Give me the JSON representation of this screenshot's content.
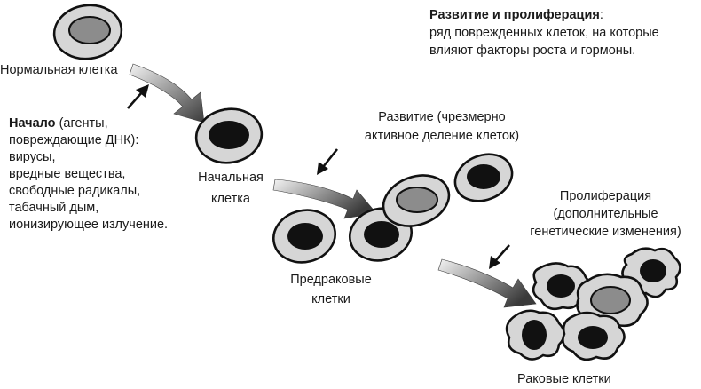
{
  "labels": {
    "normal_cell": "Нормальная клетка",
    "initiated_cell_line1": "Начальная",
    "initiated_cell_line2": "клетка",
    "precancer_line1": "Предраковые",
    "precancer_line2": "клетки",
    "cancer_cells": "Раковые клетки"
  },
  "initiation": {
    "title": "Начало",
    "intro": " (агенты,",
    "lines": [
      "повреждающие ДНК):",
      "вирусы,",
      "вредные вещества,",
      "свободные радикалы,",
      "табачный дым,",
      "ионизирующее излучение."
    ]
  },
  "promotion": {
    "line1": "Развитие (чрезмерно",
    "line2": "активное деление клеток)"
  },
  "progression": {
    "line1": "Пролиферация",
    "line2": "(дополнительные",
    "line3": "генетические изменения)"
  },
  "header": {
    "title": "Развитие и пролиферация",
    "colon": ":",
    "line1": "ряд поврежденных клеток, на которые",
    "line2": "влияют факторы роста и гормоны."
  },
  "colors": {
    "cell_body": "#d6d6d6",
    "normal_nucleus": "#8c8c8c",
    "damaged_nucleus": "#111111",
    "arrow_start": "#f2f2f2",
    "arrow_end": "#3c3c3c"
  }
}
